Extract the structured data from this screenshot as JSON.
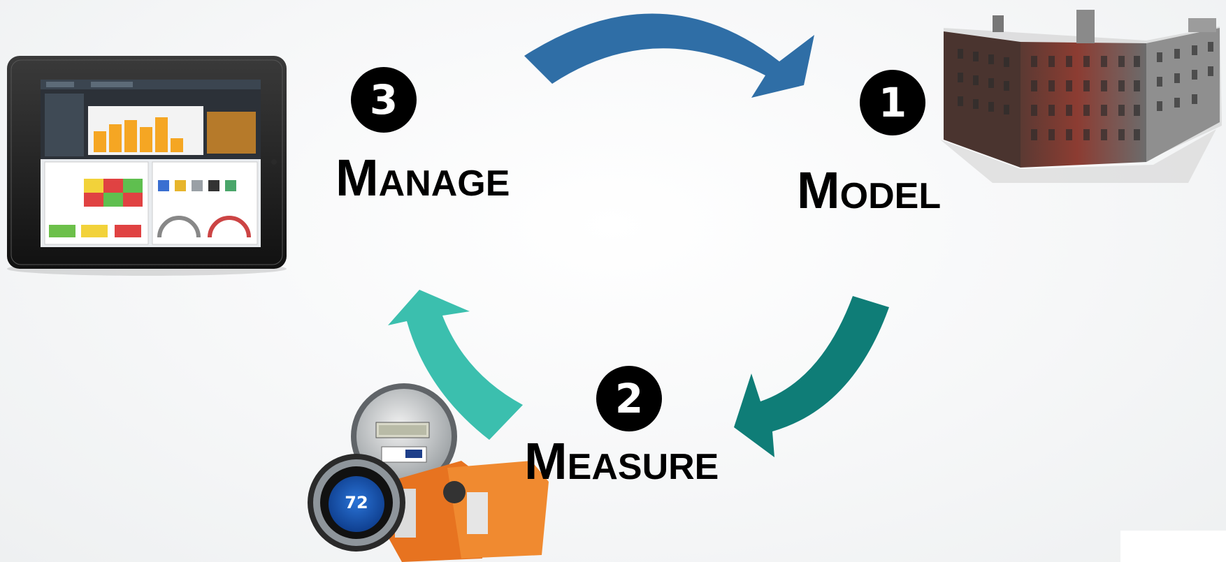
{
  "steps": [
    {
      "number": "1",
      "label": "Model"
    },
    {
      "number": "2",
      "label": "Measure"
    },
    {
      "number": "3",
      "label": "Manage"
    }
  ],
  "devices": {
    "thermostat_reading": "72"
  },
  "colors": {
    "arrow_top": "#2f6ea6",
    "arrow_right": "#0f7d77",
    "arrow_left": "#3bbfae",
    "badge": "#000000",
    "device_orange": "#f07f24"
  }
}
